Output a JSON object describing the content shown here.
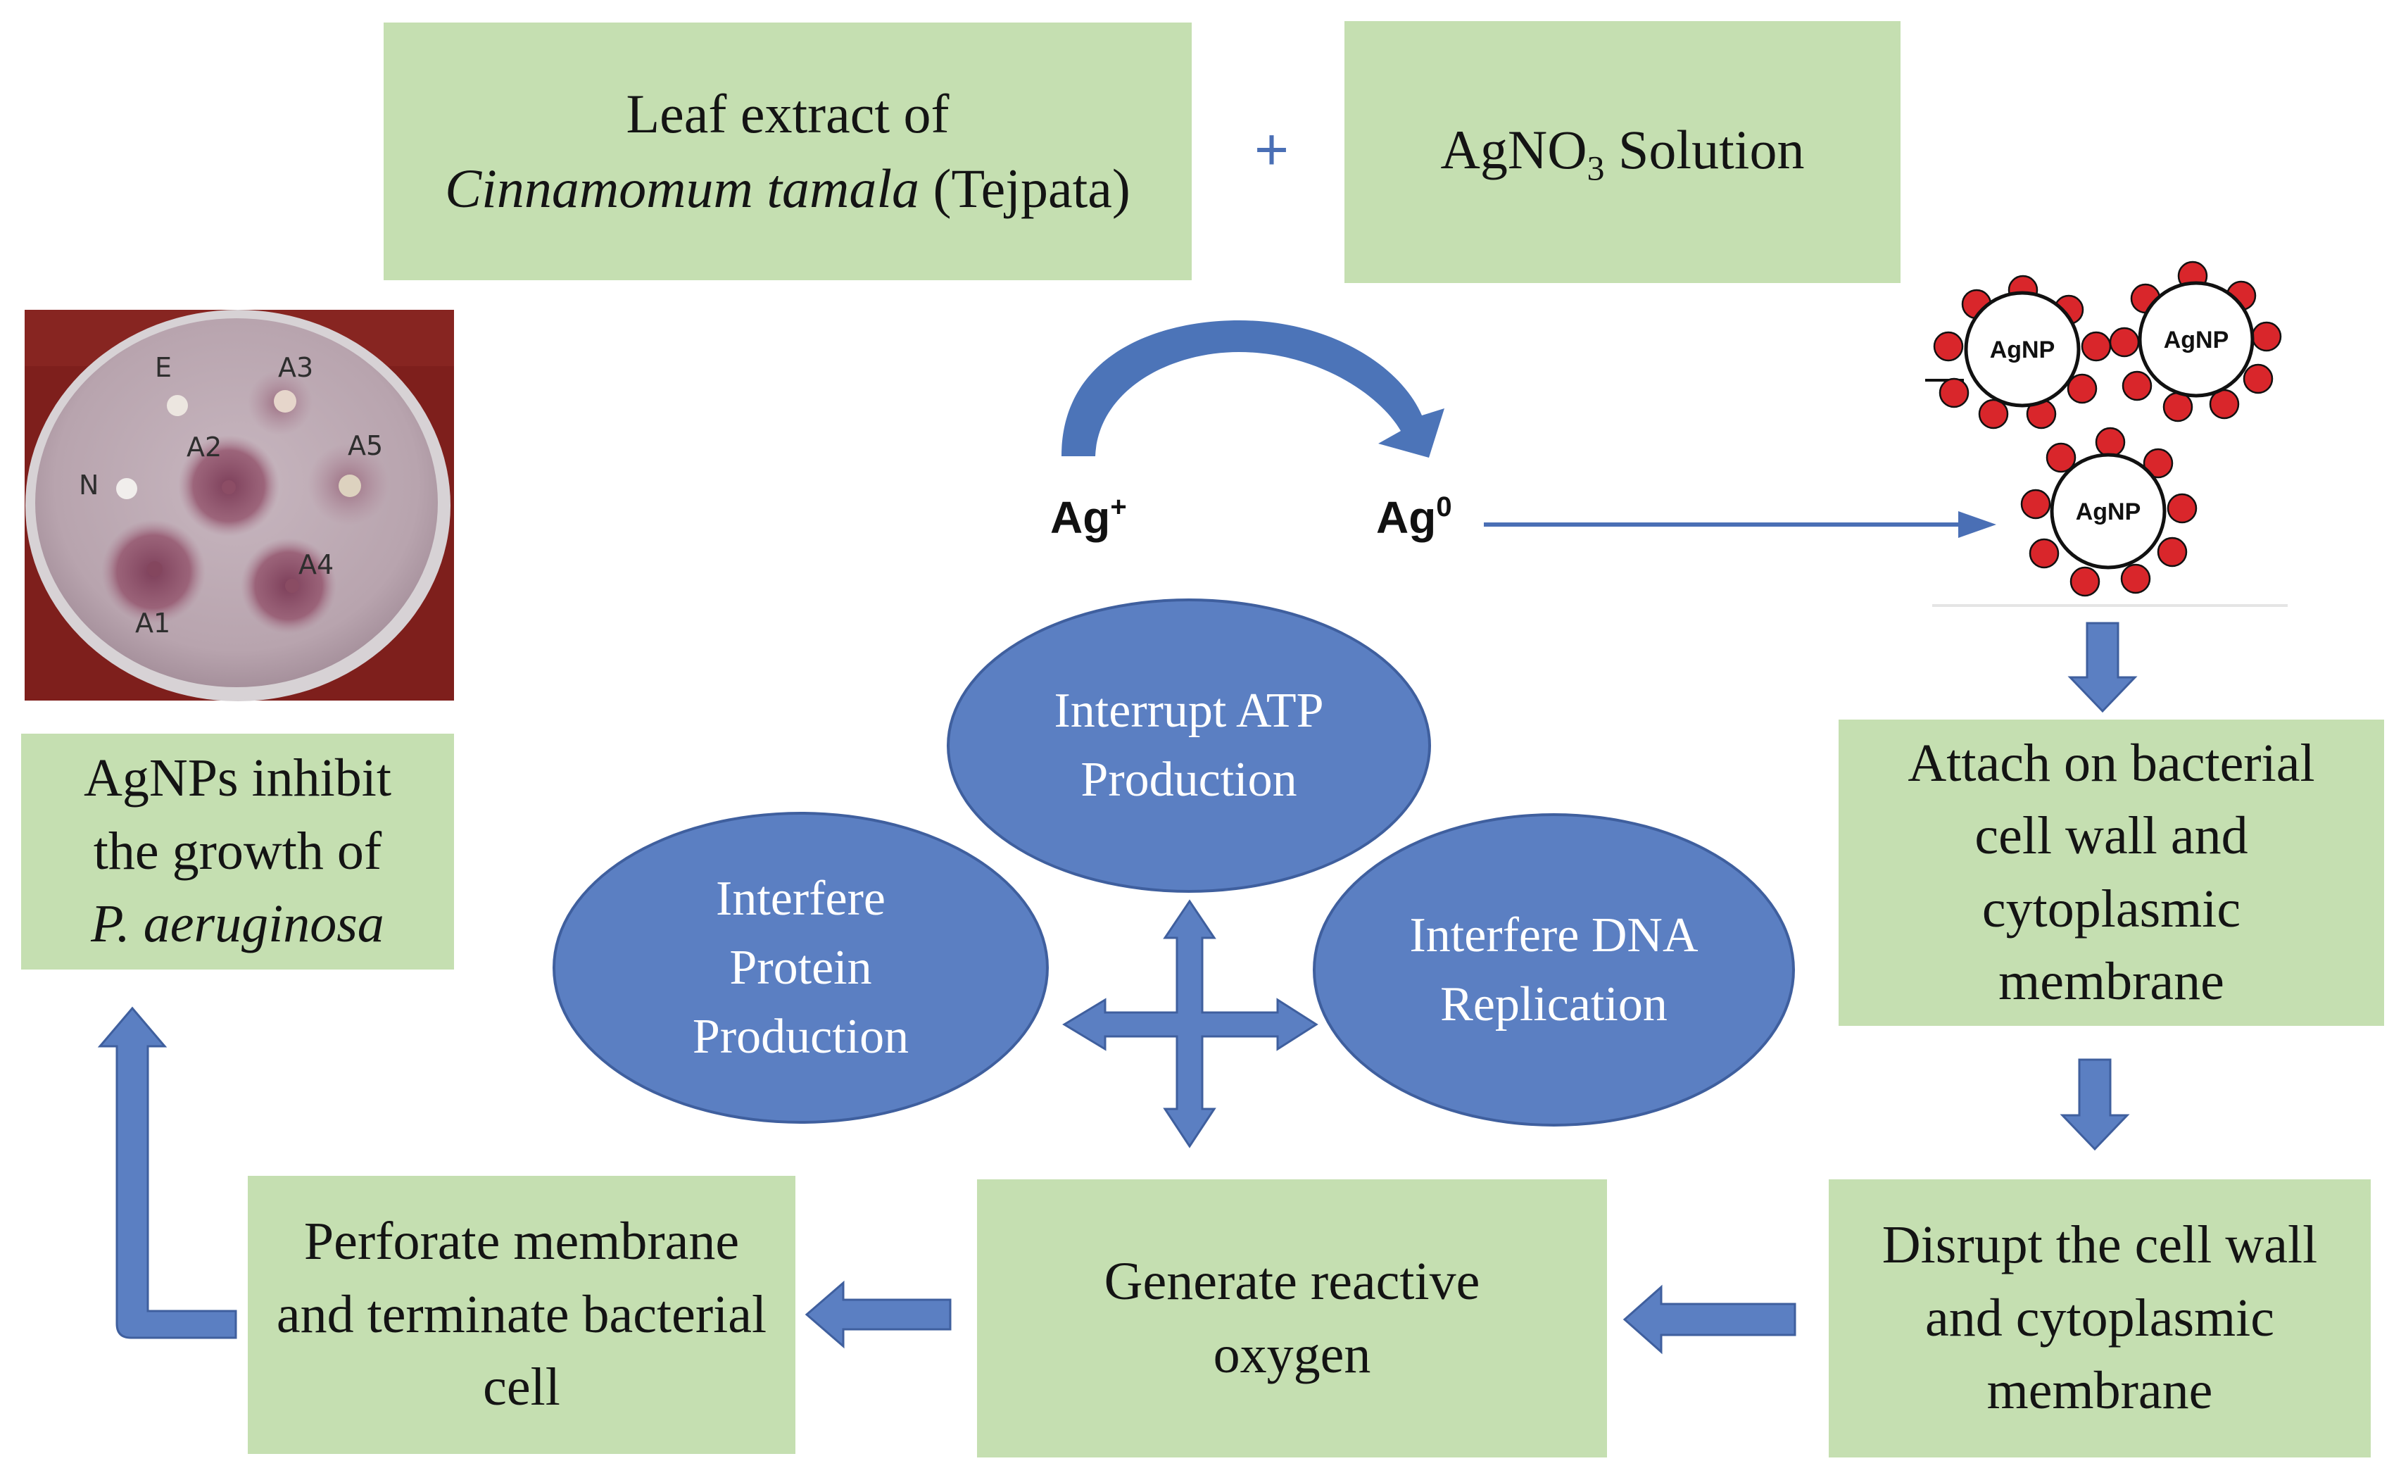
{
  "inputs": {
    "leaf_extract_line1": "Leaf extract of",
    "leaf_extract_species": "Cinnamomum tamala",
    "leaf_extract_common": "(Tejpata)",
    "silver_solution_prefix": "AgNO",
    "silver_solution_subscript": "3",
    "silver_solution_suffix": " Solution",
    "plus_sign": "+"
  },
  "reduction": {
    "silver_ion_symbol": "Ag",
    "silver_ion_charge": "+",
    "silver_atom_symbol": "Ag",
    "silver_atom_charge": "0"
  },
  "nanoparticles": {
    "label": "AgNP"
  },
  "plate": {
    "wells": [
      {
        "label": "E"
      },
      {
        "label": "A3"
      },
      {
        "label": "A2"
      },
      {
        "label": "A5"
      },
      {
        "label": "N"
      },
      {
        "label": "A4"
      },
      {
        "label": "A1"
      }
    ]
  },
  "steps": {
    "inhibit_line1": "AgNPs inhibit",
    "inhibit_line2": "the growth of",
    "inhibit_organism": "P. aeruginosa",
    "attach": "Attach on bacterial cell wall and cytoplasmic membrane",
    "disrupt": "Disrupt the cell wall and cytoplasmic membrane",
    "generate": "Generate reactive oxygen",
    "perforate": "Perforate membrane and terminate bacterial cell"
  },
  "effects": {
    "atp": "Interrupt ATP Production",
    "protein": "Interfere Protein Production",
    "dna": "Interfere DNA Replication"
  },
  "colors": {
    "box_fill": "#c5dfb1",
    "ellipse_fill": "#5b7fc2",
    "arrow_fill": "#5b7fc2",
    "particle_red": "#d9262b"
  }
}
